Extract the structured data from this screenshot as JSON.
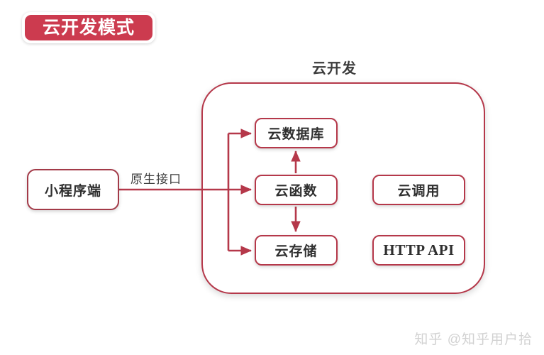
{
  "badge": {
    "label": "云开发模式",
    "fill_color": "#cc3b4f",
    "text_color": "#ffffff"
  },
  "heading": {
    "label": "云开发"
  },
  "accent_color": "#b5384a",
  "client": {
    "label": "小程序端"
  },
  "edge": {
    "label": "原生接口"
  },
  "nodes": {
    "database": "云数据库",
    "function": "云函数",
    "storage": "云存储",
    "cloud_call": "云调用",
    "http_api": "HTTP API"
  },
  "watermark": {
    "text": "知乎 @知乎用户拾"
  }
}
